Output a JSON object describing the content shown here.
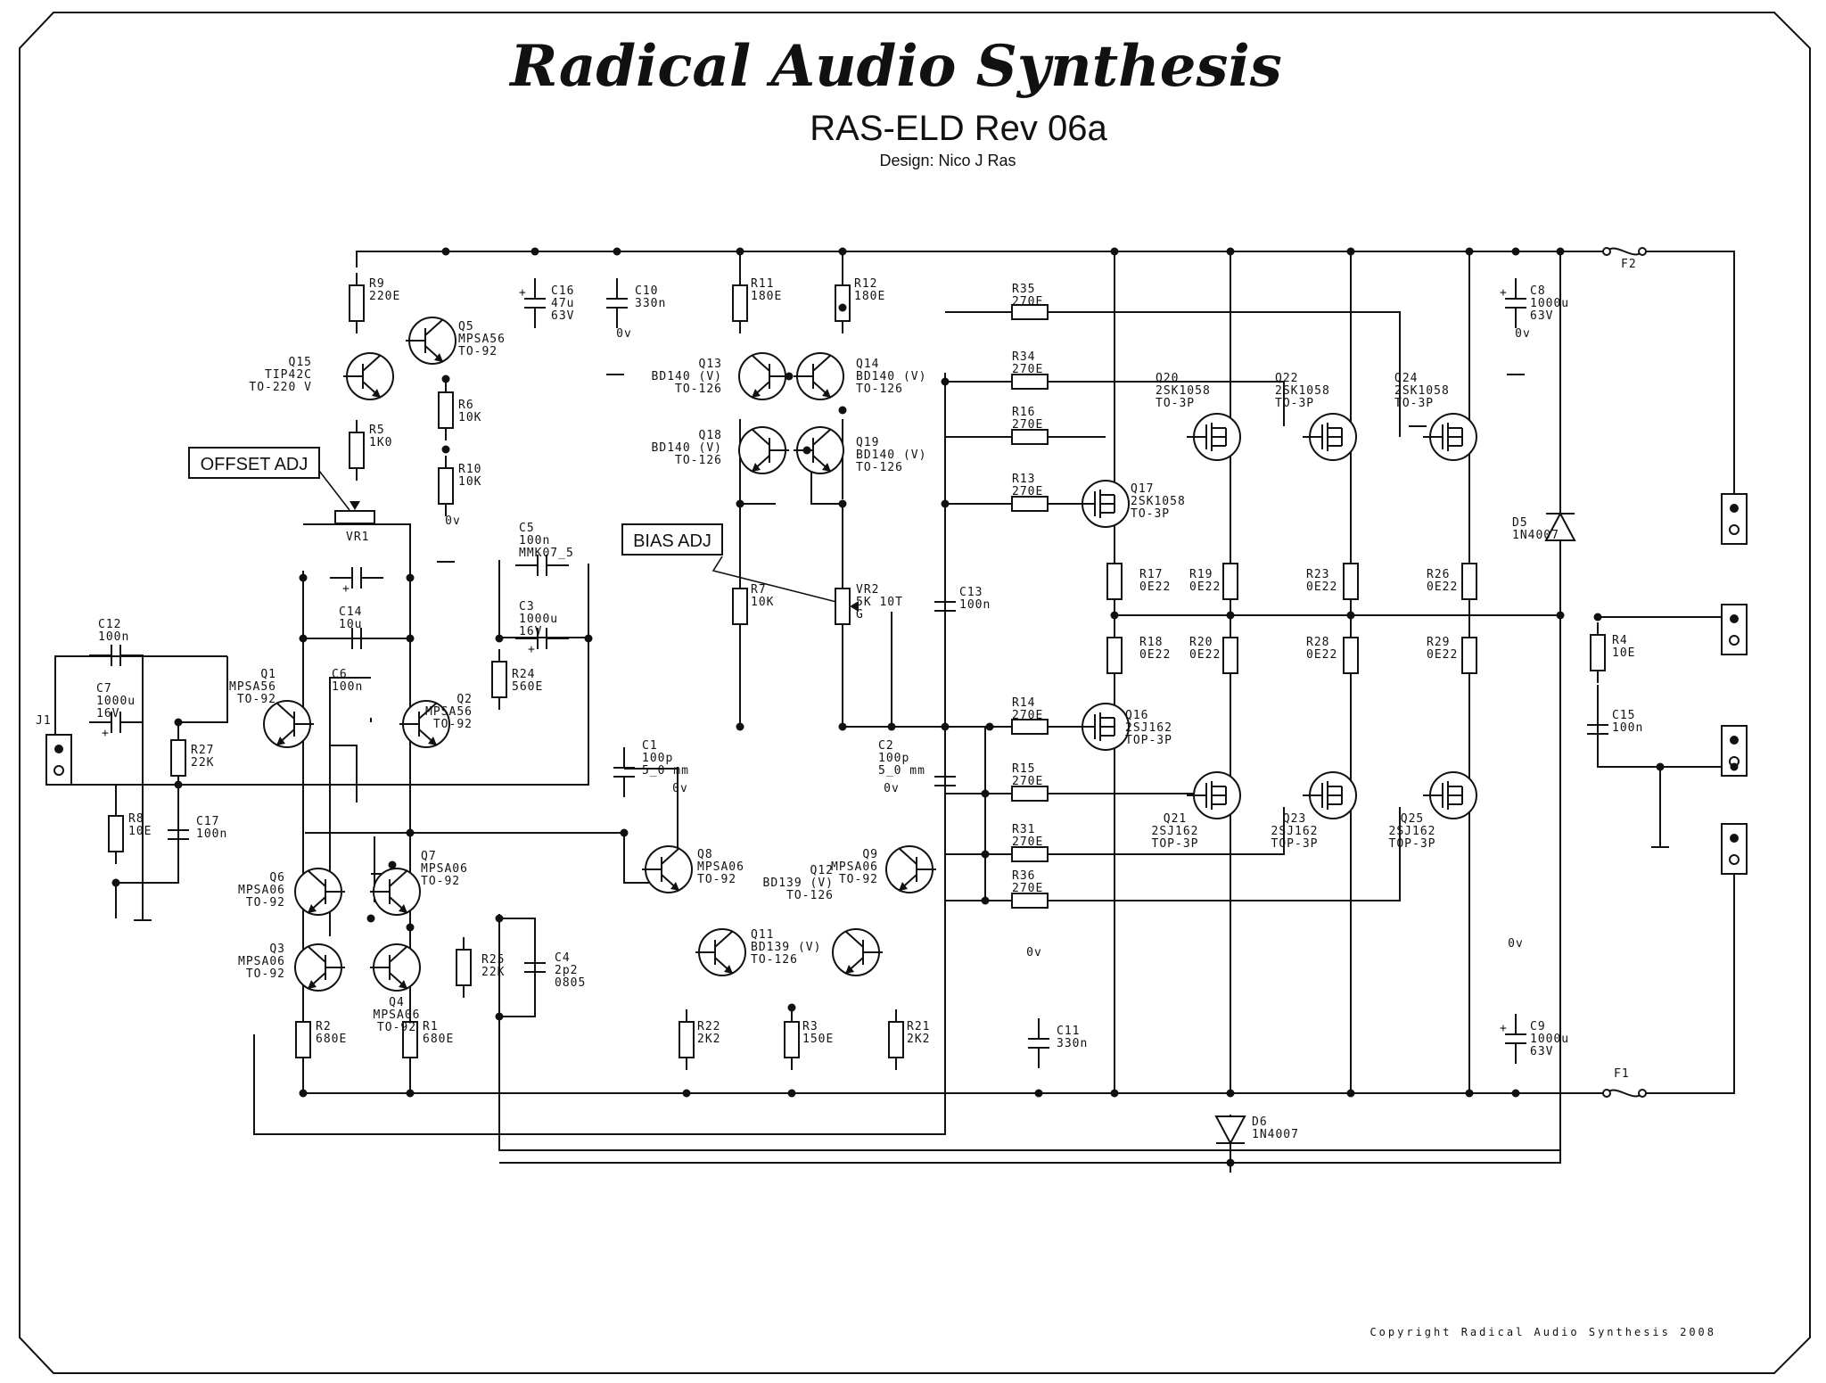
{
  "header": {
    "brand": "Radical Audio Synthesis",
    "title": "RAS-ELD Rev 06a",
    "designer": "Design: Nico J Ras"
  },
  "callouts": {
    "offset": "OFFSET ADJ",
    "bias": "BIAS ADJ"
  },
  "footer": {
    "copyright": "Copyright Radical Audio Synthesis 2008"
  },
  "net_labels": {
    "zero_volt": "0v"
  },
  "components": {
    "R9": [
      "R9",
      "220E"
    ],
    "R6": [
      "R6",
      "10K"
    ],
    "R5": [
      "R5",
      "1K0"
    ],
    "R10": [
      "R10",
      "10K"
    ],
    "VR1": [
      "VR1",
      ""
    ],
    "R11": [
      "R11",
      "180E"
    ],
    "R12": [
      "R12",
      "180E"
    ],
    "R7": [
      "R7",
      "10K"
    ],
    "VR2": [
      "VR2",
      "5K 10T",
      "G"
    ],
    "R24": [
      "R24",
      "560E"
    ],
    "R27": [
      "R27",
      "22K"
    ],
    "R8": [
      "R8",
      "10E"
    ],
    "R25": [
      "R25",
      "22K"
    ],
    "R2": [
      "R2",
      "680E"
    ],
    "R1": [
      "R1",
      "680E"
    ],
    "R22": [
      "R22",
      "2K2"
    ],
    "R3": [
      "R3",
      "150E"
    ],
    "R21": [
      "R21",
      "2K2"
    ],
    "R35": [
      "R35",
      "270E"
    ],
    "R34": [
      "R34",
      "270E"
    ],
    "R16": [
      "R16",
      "270E"
    ],
    "R13": [
      "R13",
      "270E"
    ],
    "R14": [
      "R14",
      "270E"
    ],
    "R15": [
      "R15",
      "270E"
    ],
    "R31": [
      "R31",
      "270E"
    ],
    "R36": [
      "R36",
      "270E"
    ],
    "R17": [
      "R17",
      "0E22"
    ],
    "R19": [
      "R19",
      "0E22"
    ],
    "R23": [
      "R23",
      "0E22"
    ],
    "R26": [
      "R26",
      "0E22"
    ],
    "R18": [
      "R18",
      "0E22"
    ],
    "R20": [
      "R20",
      "0E22"
    ],
    "R28": [
      "R28",
      "0E22"
    ],
    "R29": [
      "R29",
      "0E22"
    ],
    "R4": [
      "R4",
      "10E"
    ],
    "C16": [
      "C16",
      "47u",
      "63V"
    ],
    "C10": [
      "C10",
      "330n"
    ],
    "C5": [
      "C5",
      "100n",
      "MMK07_5"
    ],
    "C3": [
      "C3",
      "1000u",
      "16V"
    ],
    "C14": [
      "C14",
      "10u"
    ],
    "C6": [
      "C6",
      "100n"
    ],
    "C12": [
      "C12",
      "100n"
    ],
    "C7": [
      "C7",
      "1000u",
      "16V"
    ],
    "C17": [
      "C17",
      "100n"
    ],
    "C4": [
      "C4",
      "2p2",
      "0805"
    ],
    "C1": [
      "C1",
      "100p",
      "5_0 mm"
    ],
    "C2": [
      "C2",
      "100p",
      "5_0 mm"
    ],
    "C13": [
      "C13",
      "100n"
    ],
    "C11": [
      "C11",
      "330n"
    ],
    "C8": [
      "C8",
      "1000u",
      "63V"
    ],
    "C9": [
      "C9",
      "1000u",
      "63V"
    ],
    "C15": [
      "C15",
      "100n"
    ],
    "Q5": [
      "Q5",
      "MPSA56",
      "TO-92"
    ],
    "Q15": [
      "Q15",
      "TIP42C",
      "TO-220 V"
    ],
    "Q1": [
      "Q1",
      "MPSA56",
      "TO-92"
    ],
    "Q2": [
      "Q2",
      "MPSA56",
      "TO-92"
    ],
    "Q6": [
      "Q6",
      "MPSA06",
      "TO-92"
    ],
    "Q7": [
      "Q7",
      "MPSA06",
      "TO-92"
    ],
    "Q3": [
      "Q3",
      "MPSA06",
      "TO-92"
    ],
    "Q4": [
      "Q4",
      "MPSA06",
      "TO-92"
    ],
    "Q13": [
      "Q13",
      "BD140 (V)",
      "TO-126"
    ],
    "Q14": [
      "Q14",
      "BD140 (V)",
      "TO-126"
    ],
    "Q18": [
      "Q18",
      "BD140 (V)",
      "TO-126"
    ],
    "Q19": [
      "Q19",
      "BD140 (V)",
      "TO-126"
    ],
    "Q8": [
      "Q8",
      "MPSA06",
      "TO-92"
    ],
    "Q9": [
      "Q9",
      "MPSA06",
      "TO-92"
    ],
    "Q11": [
      "Q11",
      "BD139 (V)",
      "TO-126"
    ],
    "Q12": [
      "Q12",
      "BD139 (V)",
      "TO-126"
    ],
    "Q17": [
      "Q17",
      "2SK1058",
      "TO-3P"
    ],
    "Q20": [
      "Q20",
      "2SK1058",
      "TO-3P"
    ],
    "Q22": [
      "Q22",
      "2SK1058",
      "TO-3P"
    ],
    "Q24": [
      "Q24",
      "2SK1058",
      "TO-3P"
    ],
    "Q16": [
      "Q16",
      "2SJ162",
      "TOP-3P"
    ],
    "Q21": [
      "Q21",
      "2SJ162",
      "TOP-3P"
    ],
    "Q23": [
      "Q23",
      "2SJ162",
      "TOP-3P"
    ],
    "Q25": [
      "Q25",
      "2SJ162",
      "TOP-3P"
    ],
    "D5": [
      "D5",
      "1N4007"
    ],
    "D6": [
      "D6",
      "1N4007"
    ],
    "F1": [
      "F1"
    ],
    "F2": [
      "F2"
    ],
    "J1": [
      "J1"
    ]
  }
}
